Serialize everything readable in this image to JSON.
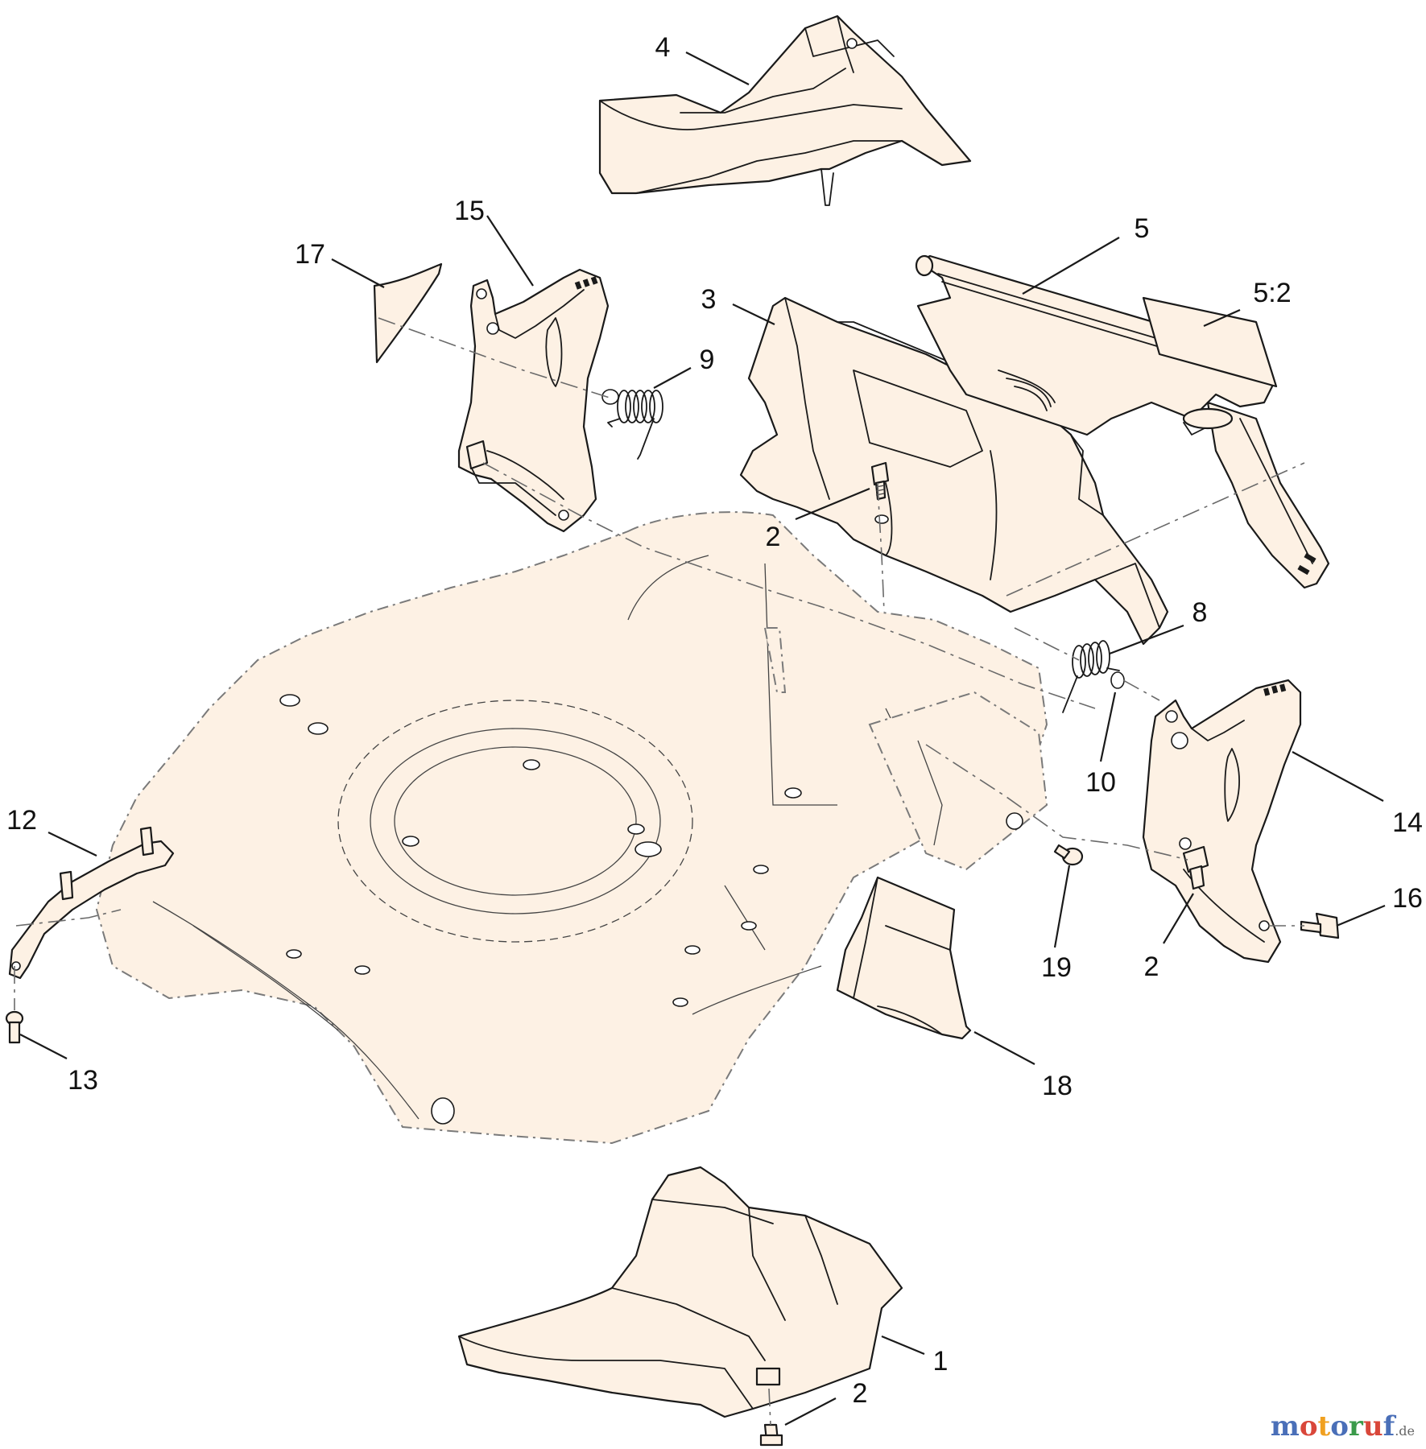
{
  "callouts": [
    {
      "id": "c4",
      "label": "4"
    },
    {
      "id": "c15",
      "label": "15"
    },
    {
      "id": "c17",
      "label": "17"
    },
    {
      "id": "c5",
      "label": "5"
    },
    {
      "id": "c5-2",
      "label": "5:2"
    },
    {
      "id": "c3",
      "label": "3"
    },
    {
      "id": "c9",
      "label": "9"
    },
    {
      "id": "c2-top",
      "label": "2"
    },
    {
      "id": "c8",
      "label": "8"
    },
    {
      "id": "c10",
      "label": "10"
    },
    {
      "id": "c14",
      "label": "14"
    },
    {
      "id": "c12",
      "label": "12"
    },
    {
      "id": "c16",
      "label": "16"
    },
    {
      "id": "c19",
      "label": "19"
    },
    {
      "id": "c2-right",
      "label": "2"
    },
    {
      "id": "c13",
      "label": "13"
    },
    {
      "id": "c18",
      "label": "18"
    },
    {
      "id": "c1",
      "label": "1"
    },
    {
      "id": "c2-bottom",
      "label": "2"
    }
  ],
  "watermark": {
    "letters": [
      {
        "ch": "m",
        "color": "#4a6fb8"
      },
      {
        "ch": "o",
        "color": "#d9473a"
      },
      {
        "ch": "t",
        "color": "#f0a020"
      },
      {
        "ch": "o",
        "color": "#4a6fb8"
      },
      {
        "ch": "r",
        "color": "#3a9a4a"
      },
      {
        "ch": "u",
        "color": "#d9473a"
      },
      {
        "ch": "f",
        "color": "#4a6fb8"
      }
    ],
    "suffix": ".de"
  }
}
